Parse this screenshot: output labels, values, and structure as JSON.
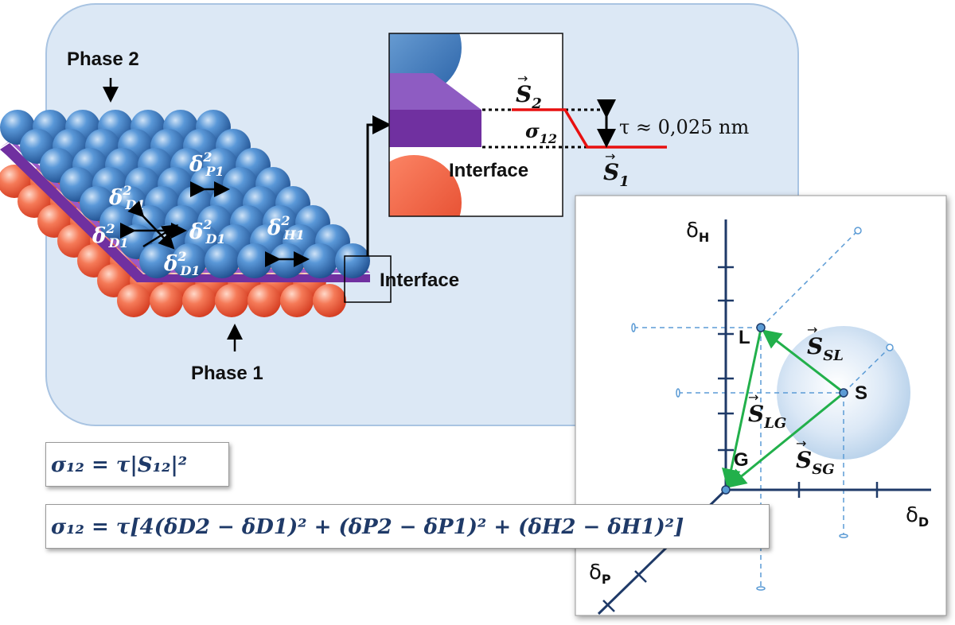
{
  "labels": {
    "phase2": "Phase 2",
    "phase1": "Phase 1",
    "interface_main": "Interface",
    "interface_inset": "Interface",
    "thickness": "τ ≈ 0,025 nm"
  },
  "vectors": {
    "s2": "S₂",
    "s1": "S₁",
    "sigma12": "σ₁₂",
    "ssl": "S_SL",
    "slg": "S_LG",
    "ssg": "S_SG"
  },
  "sphere_labels": {
    "dp1": "δ²P1",
    "dd1_a": "δ²D1",
    "dd1_b": "δ²D1",
    "dd1_c": "δ²D1",
    "dd1_d": "δ²D1",
    "dh1": "δ²H1"
  },
  "axes": {
    "x": "δD",
    "y": "δH",
    "z": "δP"
  },
  "points": {
    "L": "L",
    "S": "S",
    "G": "G"
  },
  "formulas": {
    "f1": "σ₁₂ = τ|S₁₂|²",
    "f2": "σ₁₂ = τ[4(δD2 − δD1)² + (δP2 − δP1)² + (δH2 − δH1)²]"
  },
  "colors": {
    "panel_bg": "#dce8f5",
    "blue_sphere": "#3a78c0",
    "orange_sphere": "#f06a48",
    "interface_purple": "#7030a0",
    "vector_green": "#22b04b",
    "axis_navy": "#1f3a68",
    "dashed_blue": "#5b9bd5",
    "surface_red": "#e81010"
  }
}
